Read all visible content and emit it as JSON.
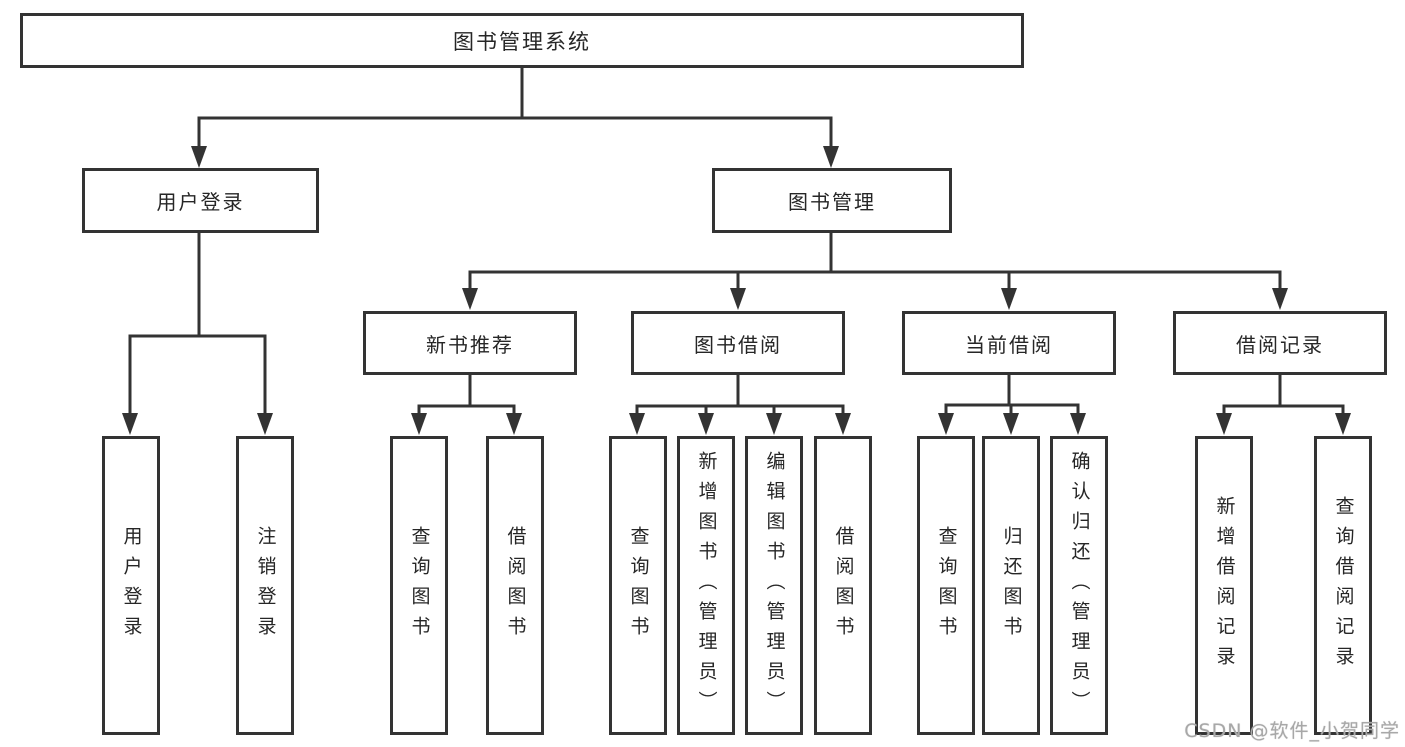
{
  "diagram": {
    "title": "图书管理系统",
    "nodes": {
      "root": "图书管理系统",
      "user_login": "用户登录",
      "book_mgmt": "图书管理",
      "new_book": "新书推荐",
      "book_borrow": "图书借阅",
      "current_borrow": "当前借阅",
      "borrow_record": "借阅记录",
      "login_children": [
        "用户登录",
        "注销登录"
      ],
      "new_book_children": [
        "查询图书",
        "借阅图书"
      ],
      "book_borrow_children": [
        "查询图书",
        "新增图书（管理员）",
        "编辑图书（管理员）",
        "借阅图书"
      ],
      "current_borrow_children": [
        "查询图书",
        "归还图书",
        "确认归还（管理员）"
      ],
      "borrow_record_children": [
        "新增借阅记录",
        "查询借阅记录"
      ]
    },
    "watermark": "CSDN @软件_小贺同学",
    "colors": {
      "line": "#333333",
      "text": "#262626",
      "box_background": "#ffffff",
      "watermark": "#a8a8a8",
      "canvas": "#ffffff"
    }
  }
}
